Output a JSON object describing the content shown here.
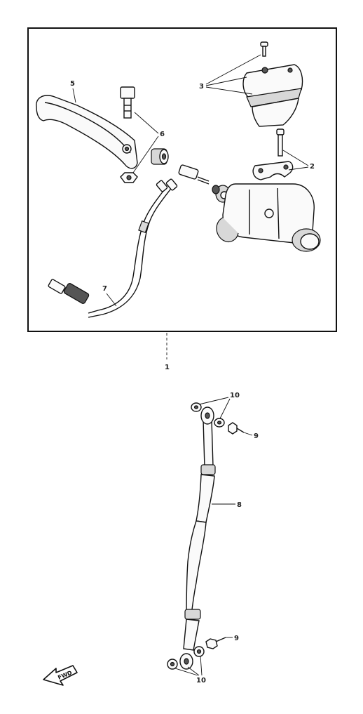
{
  "labels": {
    "l1": "1",
    "l2": "2",
    "l3": "3",
    "l5": "5",
    "l6": "6",
    "l7": "7",
    "l8": "8",
    "l9a": "9",
    "l9b": "9",
    "l10a": "10",
    "l10b": "10"
  },
  "fwd_badge": "FWD",
  "colors": {
    "ink": "#111111",
    "paper": "#ffffff"
  }
}
